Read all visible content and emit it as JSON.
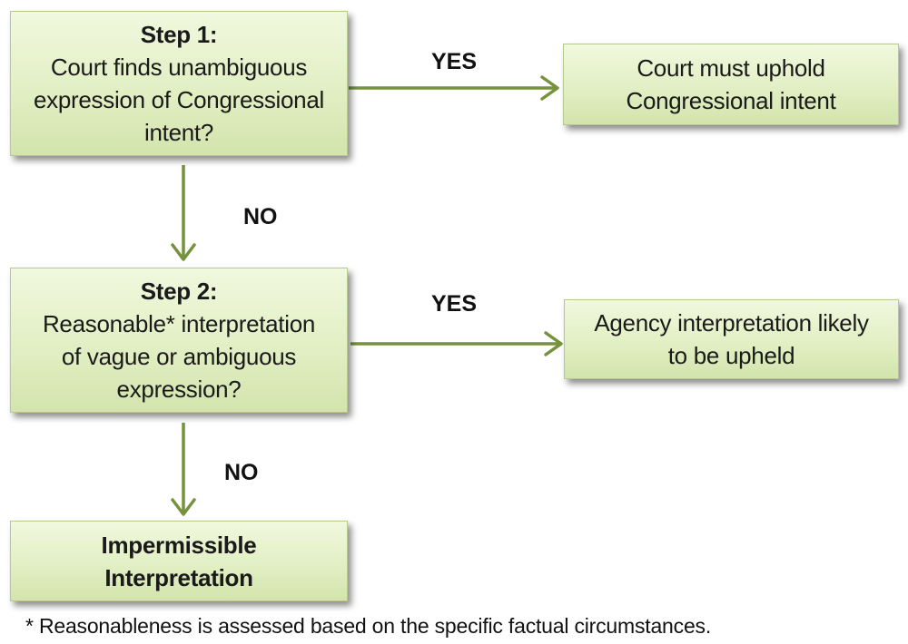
{
  "nodes": {
    "step1": {
      "heading": "Step 1:",
      "lines": [
        "Court finds unambiguous",
        "expression of Congressional",
        "intent?"
      ]
    },
    "uphold_intent": {
      "lines": [
        "Court must uphold",
        "Congressional intent"
      ]
    },
    "step2": {
      "heading": "Step 2:",
      "lines": [
        "Reasonable* interpretation",
        "of vague or ambiguous",
        "expression?"
      ]
    },
    "agency_upheld": {
      "lines": [
        "Agency interpretation likely",
        "to be upheld"
      ]
    },
    "impermissible": {
      "lines": [
        "Impermissible",
        "Interpretation"
      ]
    }
  },
  "edges": {
    "step1_yes": "YES",
    "step1_no": "NO",
    "step2_yes": "YES",
    "step2_no": "NO"
  },
  "footnote": "* Reasonableness is assessed based on the specific factual circumstances.",
  "colors": {
    "box_fill_light": "#f1f8de",
    "box_fill_dark": "#d3e4ad",
    "arrow": "#76923c"
  }
}
